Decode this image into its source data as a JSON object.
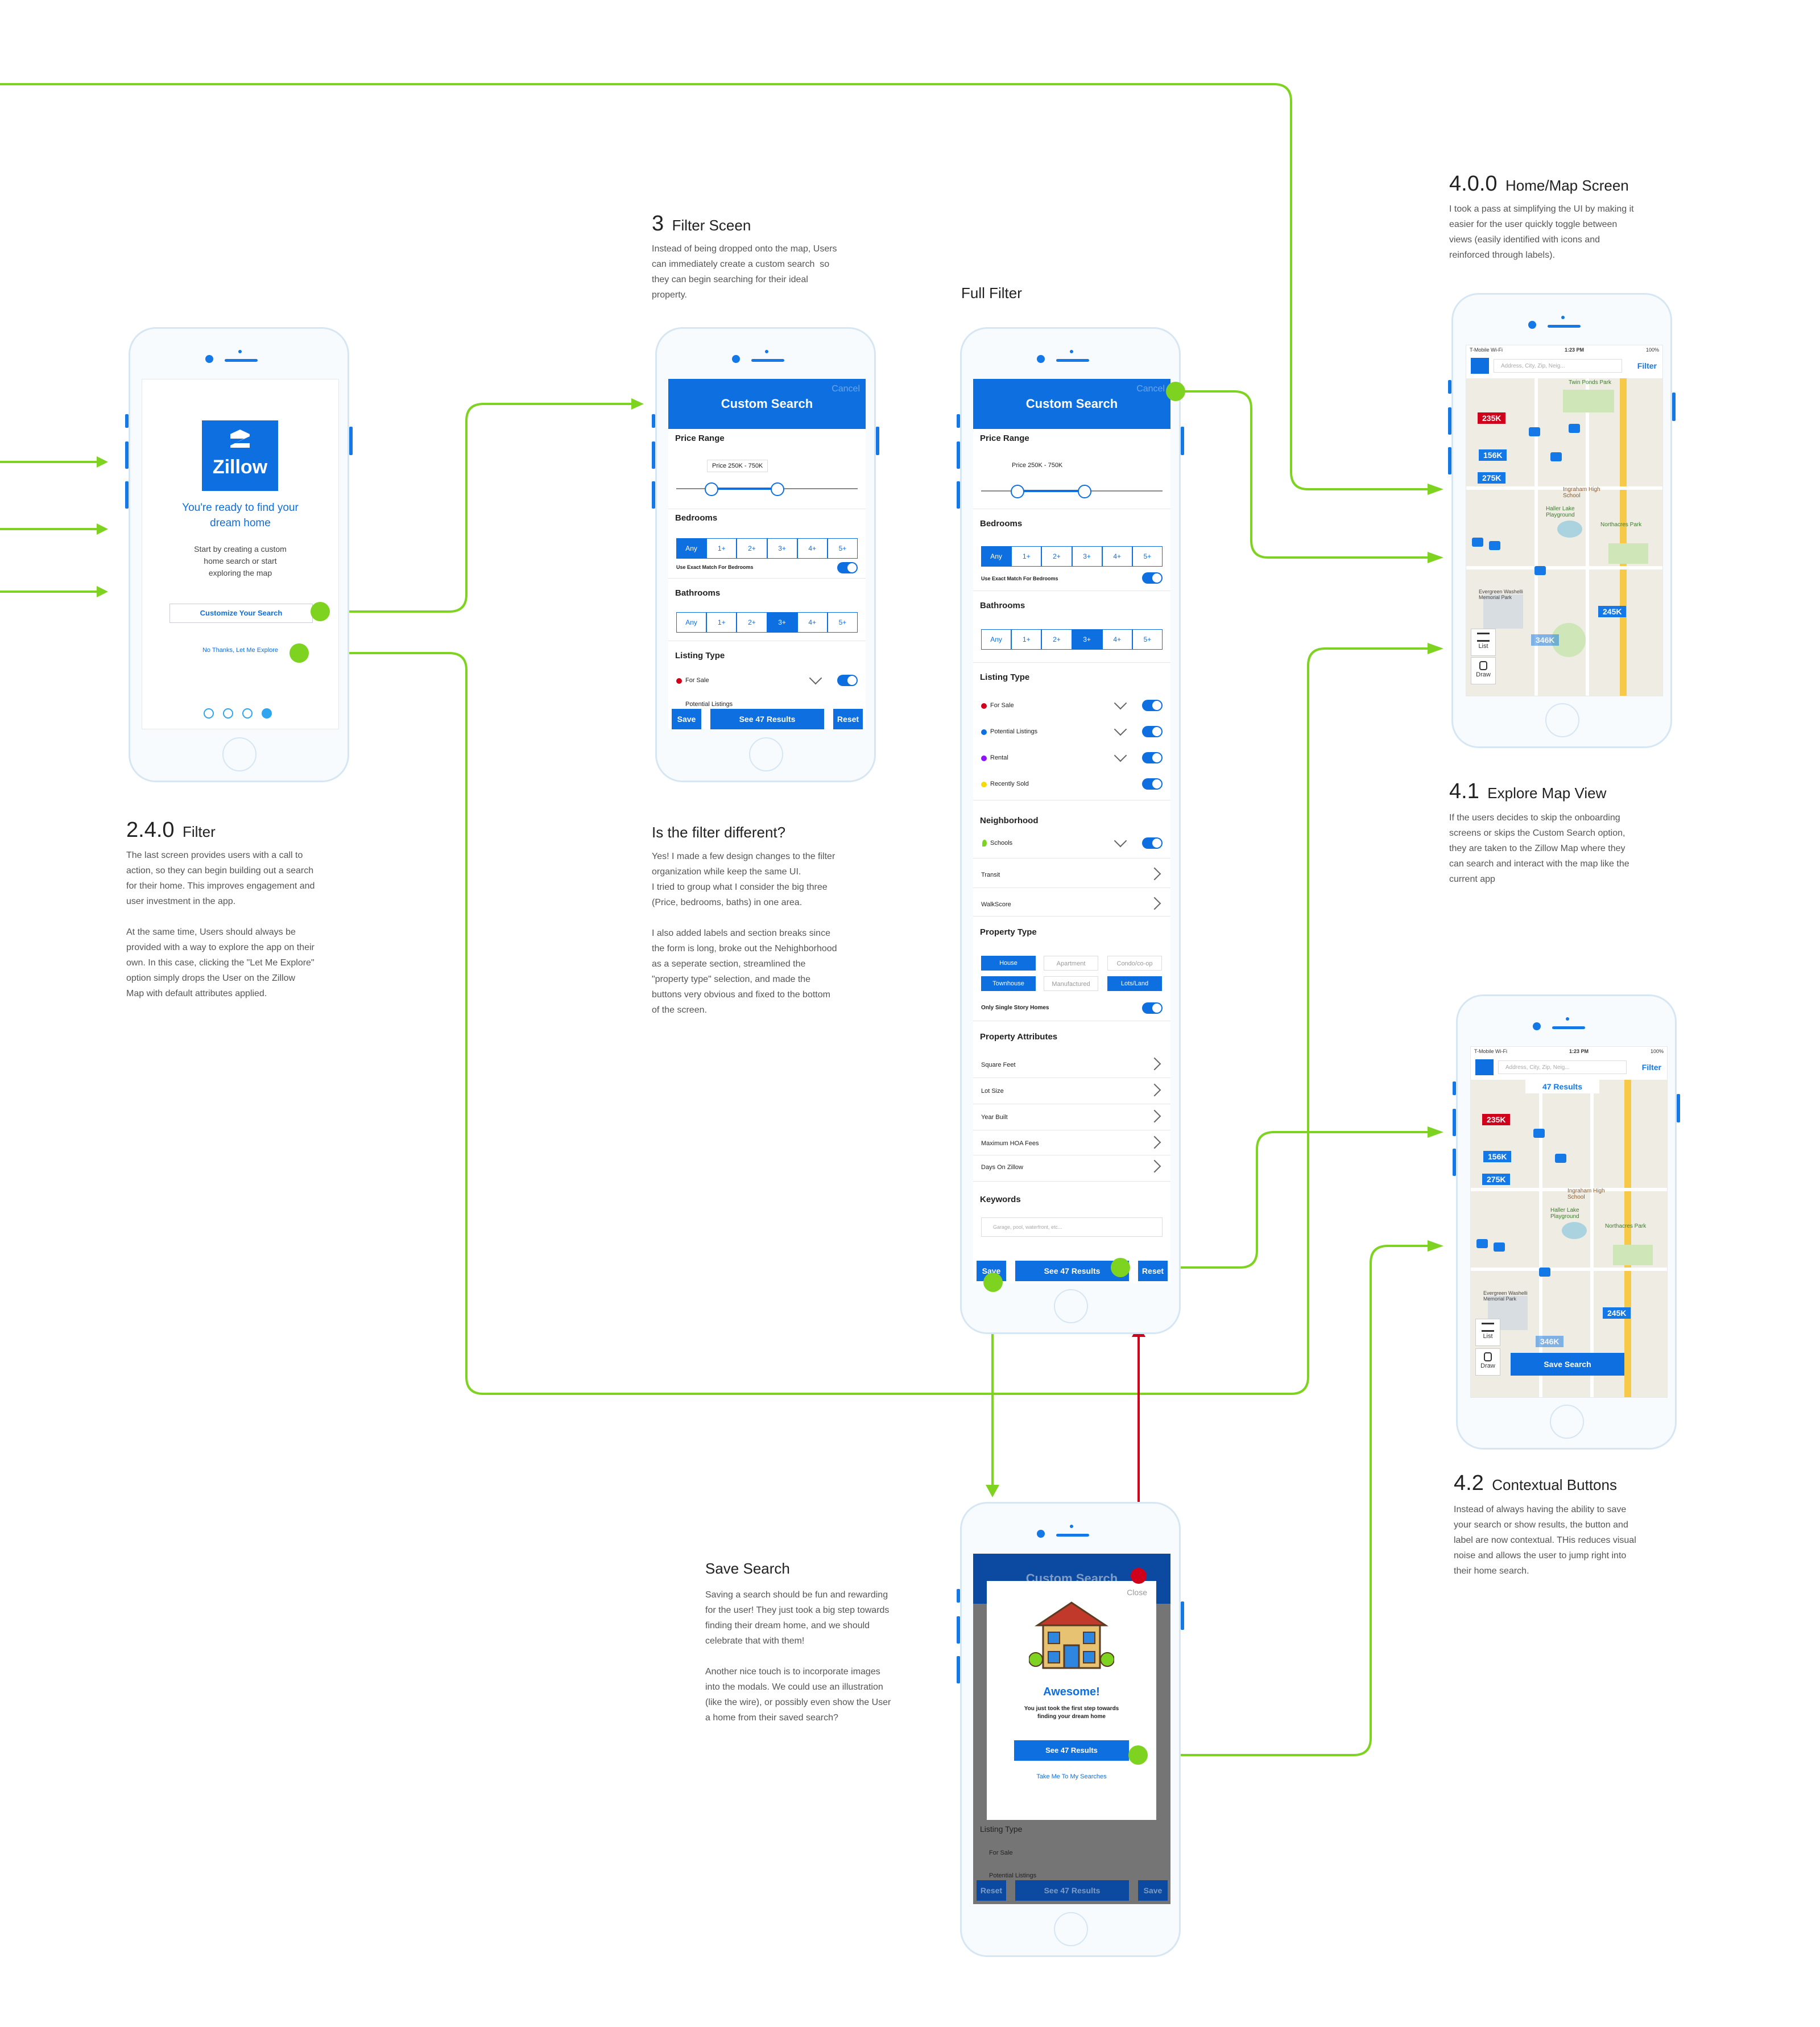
{
  "sections": {
    "onboarding": {
      "num": "2.4.0",
      "title": "Filter",
      "text": "The last screen provides users with a call to\naction, so they can begin building out a search\nfor their home. This improves engagement and\nuser investment in the app.\n\nAt the same time, Users should always be\nprovided with a way to explore the app on their\nown. In this case, clicking the \"Let Me Explore\"\noption simply drops the User on the Zillow\nMap with default attributes applied."
    },
    "filter": {
      "num": "3",
      "title": "Filter Sceen",
      "text": "Instead of being dropped onto the map, Users\ncan immediately create a custom search  so\nthey can begin searching for their ideal\nproperty."
    },
    "full_filter": {
      "title": "Full Filter"
    },
    "filter_diff": {
      "title": "Is the filter different?",
      "text": "Yes! I made a few design changes to the filter\norganization while keep the same UI.\nI tried to group what I consider the big three\n(Price, bedrooms, baths) in one area.\n\nI also added labels and section breaks since\nthe form is long, broke out the Nehighborhood\nas a seperate section, streamlined the\n\"property type\" selection, and made the\nbuttons very obvious and fixed to the bottom\nof the screen."
    },
    "home_map": {
      "num": "4.0.0",
      "title": "Home/Map Screen",
      "text": "I took a pass at simplifying the UI by making it\neasier for the user quickly toggle between\nviews (easily identified with icons and\nreinforced through labels)."
    },
    "explore_map": {
      "num": "4.1",
      "title": "Explore Map View",
      "text": "If the users decides to skip the onboarding\nscreens or skips the Custom Search option,\nthey are taken to the Zillow Map where they\ncan search and interact with the map like the\ncurrent app"
    },
    "contextual": {
      "num": "4.2",
      "title": "Contextual Buttons",
      "text": "Instead of always having the ability to save\nyour search or show results, the button and\nlabel are now contextual. THis reduces visual\nnoise and allows the user to jump right into\ntheir home search."
    },
    "save_search": {
      "title": "Save Search",
      "text": "Saving a search should be fun and rewarding\nfor the user! They just took a big step towards\nfinding their dream home, and we should\ncelebrate that with them!\n\nAnother nice touch is to incorporate images\ninto the modals. We could use an illustration\n(like the wire), or possibly even show the User\na home from their saved search?"
    }
  },
  "onboard_screen": {
    "logo": "Zillow",
    "headline": "You're ready to find your\ndream home",
    "sub": "Start by creating a custom\nhome search or start\nexploring the map",
    "customize_btn": "Customize Your Search",
    "explore_link": "No Thanks, Let Me Explore"
  },
  "filter_screen": {
    "header": "Custom Search",
    "cancel": "Cancel",
    "price_label": "Price Range",
    "price_value": "Price 250K - 750K",
    "bedrooms": "Bedrooms",
    "bathrooms": "Bathrooms",
    "options": [
      "Any",
      "1+",
      "2+",
      "3+",
      "4+",
      "5+"
    ],
    "exact": "Use Exact Match For Bedrooms",
    "listing_type": "Listing Type",
    "for_sale": "For Sale",
    "potential": "Potential Listings",
    "save": "Save",
    "results": "See 47 Results",
    "reset": "Reset"
  },
  "full_filter": {
    "rental": "Rental",
    "recently_sold": "Recently Sold",
    "neighborhood": "Neighborhood",
    "schools": "Schools",
    "transit": "Transit",
    "walkscore": "WalkScore",
    "property_type": "Property Type",
    "types": [
      "House",
      "Apartment",
      "Condo/co-op",
      "Townhouse",
      "Manufactured",
      "Lots/Land"
    ],
    "single_story": "Only Single Story Homes",
    "attributes": "Property Attributes",
    "attr_rows": [
      "Square Feet",
      "Lot Size",
      "Year Built",
      "Maximum HOA Fees",
      "Days On Zillow"
    ],
    "keywords": "Keywords",
    "keywords_placeholder": "Garage, pool, waterfront, etc..."
  },
  "map_screen": {
    "carrier": "T-Mobile Wi-Fi",
    "time": "1:23 PM",
    "battery": "100%",
    "search_placeholder": "Address, City, Zip, Neig...",
    "filter": "Filter",
    "list": "List",
    "draw": "Draw",
    "results_badge": "47 Results",
    "save_search": "Save Search",
    "prices": [
      "235K",
      "156K",
      "275K",
      "245K",
      "346K"
    ],
    "places": [
      "Twin Ponds Park",
      "Ingraham High School",
      "Haller Lake Playground",
      "Northacres Park",
      "Evergreen Washelli Memorial Park"
    ]
  },
  "modal": {
    "bg_header": "Custom Search",
    "close": "Close",
    "title": "Awesome!",
    "text": "You just took the first step towards\nfinding your dream home",
    "results_btn": "See 47 Results",
    "link": "Take Me To My Searches",
    "bg_listing": "Listing Type",
    "bg_for_sale": "For Sale",
    "bg_potential": "Potential Listings",
    "bg_reset": "Reset",
    "bg_results": "See 47 Results",
    "bg_save": "Save"
  },
  "colors": {
    "connector": "#7ed321",
    "back_arrow": "#d0021b",
    "brand": "#0e6fe0"
  }
}
